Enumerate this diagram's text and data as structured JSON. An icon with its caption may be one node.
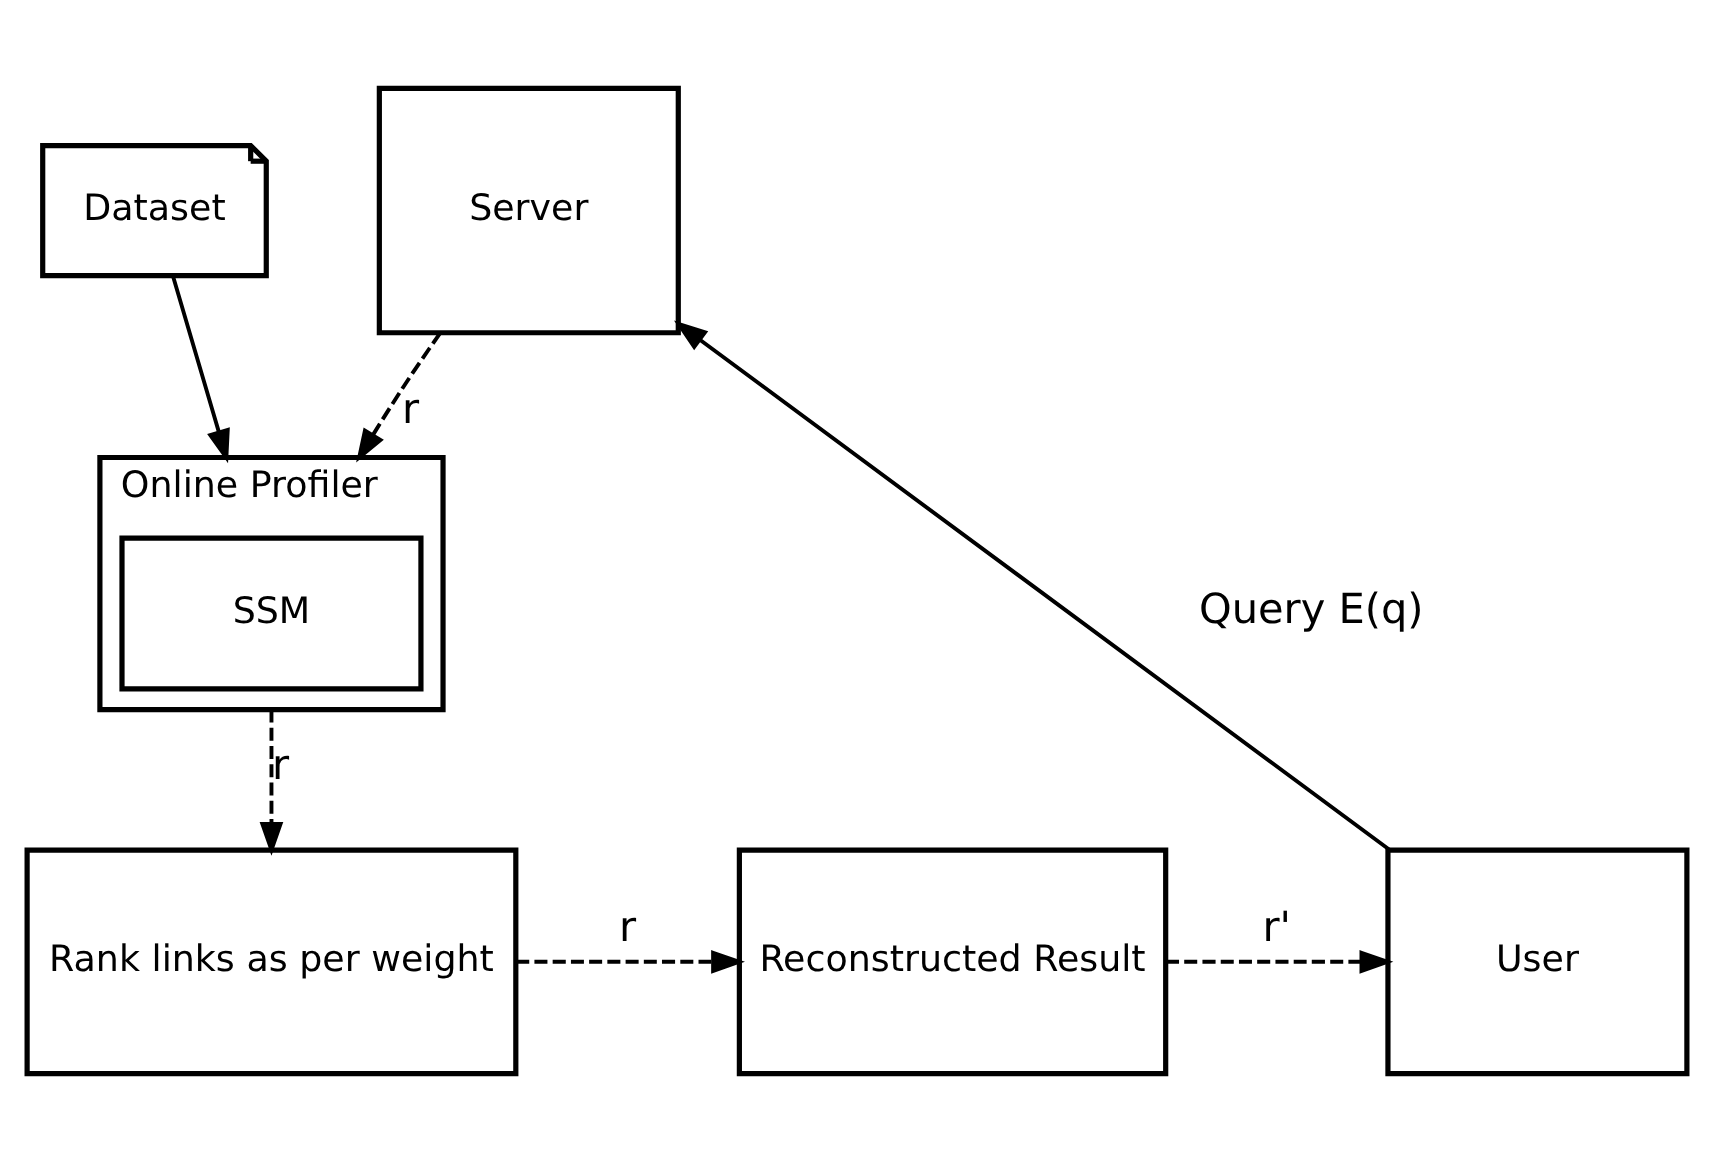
{
  "diagram": {
    "nodes": [
      {
        "text": [
          "Dataset"
        ]
      },
      {
        "text": [
          "Server"
        ]
      },
      {
        "text": [
          "Online Profiler"
        ]
      },
      {
        "text": [
          "SSM"
        ],
        "in": 2
      },
      {
        "text": [
          "Rank links as per weight"
        ]
      },
      {
        "text": [
          "Reconstructed Result"
        ]
      },
      {
        "text": [
          "User"
        ]
      }
    ],
    "edges": [
      {
        "from": 0,
        "to": 2,
        "arrow": "to"
      },
      {
        "from": 1,
        "to": 2,
        "arrow": "to",
        "label": "r",
        "style": "dashed"
      },
      {
        "from": 2,
        "to": 4,
        "arrow": "to",
        "label": "r",
        "style": "dashed"
      },
      {
        "from": 4,
        "to": 5,
        "arrow": "to",
        "label": "r",
        "style": "dashed"
      },
      {
        "from": 5,
        "to": 6,
        "arrow": "to",
        "label": "r'",
        "style": "dashed"
      },
      {
        "from": 6,
        "to": 1,
        "arrow": "to",
        "label": "Query E(q)"
      }
    ]
  }
}
